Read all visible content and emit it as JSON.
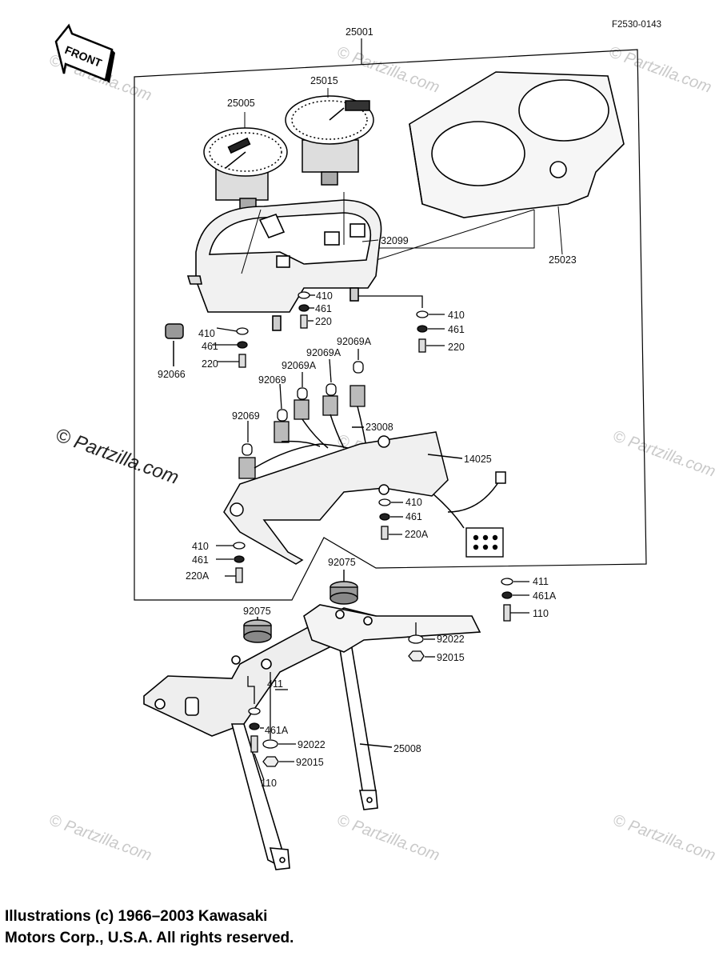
{
  "figure_code": "F2530-0143",
  "front_arrow_label": "FRONT",
  "watermark_text": "© Partzilla.com",
  "caption_lines": [
    "Illustrations (c) 1966–2003 Kawasaki",
    "Motors Corp., U.S.A.  All rights reserved."
  ],
  "part_labels": {
    "assembly_meter": "25001",
    "speedometer": "25005",
    "tachometer": "25015",
    "cover_meter": "25023",
    "case_meter": "32099",
    "bracket_upper": "14025",
    "harness": "23008",
    "grommet_lower": "92066",
    "socket_a1": "92069A",
    "socket_a2": "92069A",
    "socket_a3": "92069A",
    "socket_1": "92069",
    "socket_2": "92069",
    "washer_410_a": "410",
    "washer_410_b": "410",
    "washer_410_c": "410",
    "washer_410_d": "410",
    "washer_410_e": "410",
    "lock_461_a": "461",
    "lock_461_b": "461",
    "lock_461_c": "461",
    "lock_461_d": "461",
    "lock_461_e": "461",
    "screw_220_a": "220",
    "screw_220_b": "220",
    "screw_220_c": "220",
    "screw_220a_a": "220A",
    "screw_220a_b": "220A",
    "damper_a": "92075",
    "damper_b": "92075",
    "washer_411_a": "411",
    "washer_411_b": "411",
    "lock_461a_a": "461A",
    "lock_461a_b": "461A",
    "bolt_110_a": "110",
    "bolt_110_b": "110",
    "washer_92022_a": "92022",
    "washer_92022_b": "92022",
    "nut_92015_a": "92015",
    "nut_92015_b": "92015",
    "bracket_stay": "25008"
  }
}
